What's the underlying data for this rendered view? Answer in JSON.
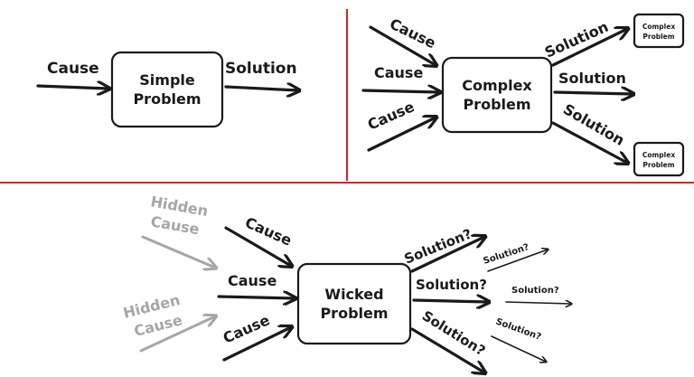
{
  "colors": {
    "ink": "#1a1a1a",
    "hidden": "#a6a6a6",
    "divider": "#d1252b"
  },
  "simple": {
    "cause": "Cause",
    "problem_line1": "Simple",
    "problem_line2": "Problem",
    "solution": "Solution"
  },
  "complex": {
    "causes": [
      "Cause",
      "Cause",
      "Cause"
    ],
    "problem_line1": "Complex",
    "problem_line2": "Problem",
    "solutions": [
      "Solution",
      "Solution",
      "Solution"
    ],
    "small_boxes": [
      {
        "line1": "Complex",
        "line2": "Problem"
      },
      {
        "line1": "Complex",
        "line2": "Problem"
      }
    ]
  },
  "wicked": {
    "hidden_causes": [
      {
        "line1": "Hidden",
        "line2": "Cause"
      },
      {
        "line1": "Hidden",
        "line2": "Cause"
      }
    ],
    "causes": [
      "Cause",
      "Cause",
      "Cause"
    ],
    "problem_line1": "Wicked",
    "problem_line2": "Problem",
    "solutions": [
      "Solution?",
      "Solution?",
      "Solution?"
    ],
    "sub_solutions": [
      "Solution?",
      "Solution?",
      "Solution?"
    ]
  }
}
